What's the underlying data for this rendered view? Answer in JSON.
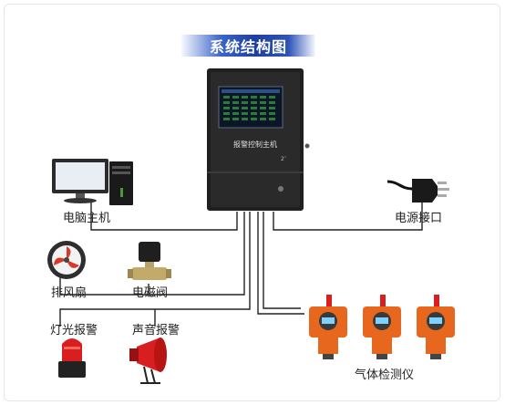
{
  "title": "系统结构图",
  "controller": {
    "panel_label": "报警控制主机",
    "panel_label_small": "2″"
  },
  "labels": {
    "computer": "电脑主机",
    "power": "电源接口",
    "exhaust_fan": "排风扇",
    "solenoid_valve": "电磁阀",
    "light_alarm": "灯光报警",
    "sound_alarm": "声音报警",
    "gas_detector": "气体检测仪"
  },
  "colors": {
    "title_blue": "#1e3f9e",
    "detector_orange": "#e8671f",
    "alarm_red": "#d81e1e",
    "line": "#222222"
  }
}
